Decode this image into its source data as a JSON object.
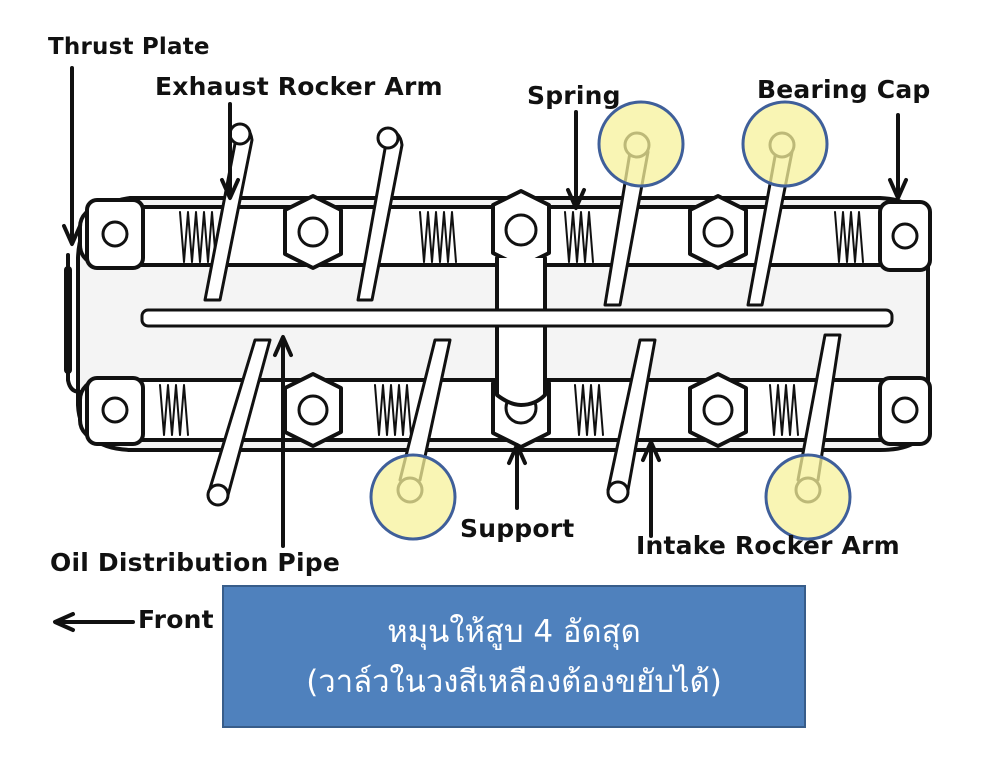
{
  "labels": {
    "thrust_plate": "Thrust Plate",
    "exhaust_rocker_arm": "Exhaust Rocker Arm",
    "spring": "Spring",
    "bearing_cap": "Bearing Cap",
    "support": "Support",
    "intake_rocker_arm": "Intake Rocker Arm",
    "oil_distribution_pipe": "Oil Distribution Pipe",
    "front": "Front"
  },
  "callout": {
    "line1": "หมุนให้สูบ 4 อัดสุด",
    "line2": "(วาล์วในวงสีเหลืองต้องขยับได้)"
  },
  "colors": {
    "highlight_fill": "#f7f29b",
    "highlight_stroke": "#3f5f9a",
    "callout_fill": "#4f81bd",
    "line": "#111111"
  }
}
